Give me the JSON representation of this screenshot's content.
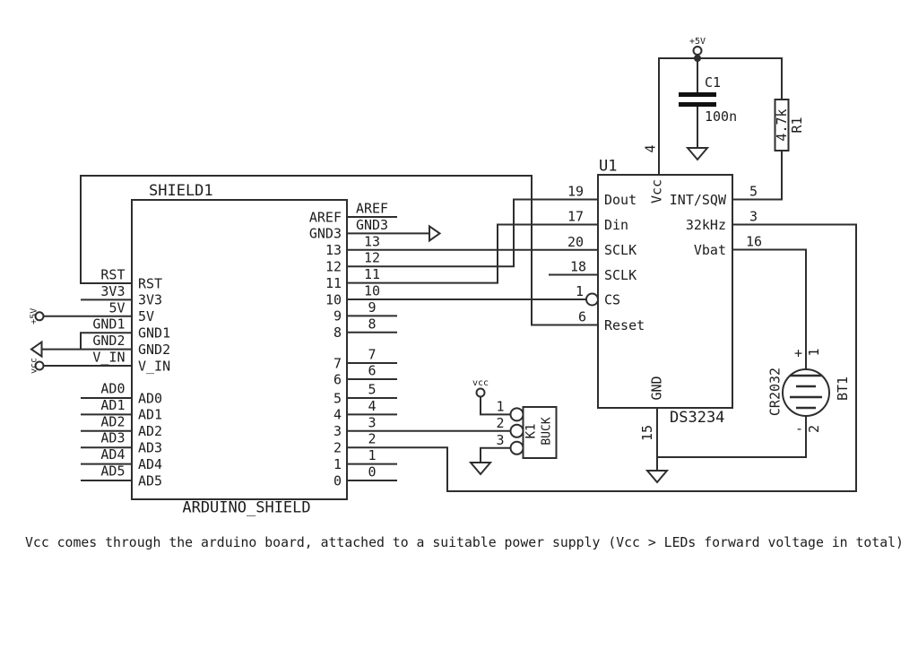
{
  "colors": {
    "wire": "#2e2e2e",
    "text": "#1c1c1c",
    "background": "#ffffff"
  },
  "note": "Vcc comes through the arduino board, attached to a suitable power supply (Vcc > LEDs forward voltage in total)",
  "shield": {
    "ref": "SHIELD1",
    "value": "ARDUINO_SHIELD",
    "left_pins": [
      "RST",
      "3V3",
      "5V",
      "GND1",
      "GND2",
      "V_IN",
      "AD0",
      "AD1",
      "AD2",
      "AD3",
      "AD4",
      "AD5"
    ],
    "right_pins": [
      "AREF",
      "GND3",
      "13",
      "12",
      "11",
      "10",
      "9",
      "8",
      "7",
      "6",
      "5",
      "4",
      "3",
      "2",
      "1",
      "0"
    ]
  },
  "rtc": {
    "ref": "U1",
    "value": "DS3234",
    "left": [
      {
        "num": "19",
        "name": "Dout"
      },
      {
        "num": "17",
        "name": "Din"
      },
      {
        "num": "20",
        "name": "SCLK"
      },
      {
        "num": "18",
        "name": "SCLK"
      },
      {
        "num": "1",
        "name": "CS"
      },
      {
        "num": "6",
        "name": "Reset"
      }
    ],
    "right": [
      {
        "num": "5",
        "name": "INT/SQW"
      },
      {
        "num": "3",
        "name": "32kHz"
      },
      {
        "num": "16",
        "name": "Vbat"
      }
    ],
    "top": {
      "num": "4",
      "name": "Vcc"
    },
    "bottom": {
      "num": "15",
      "name": "GND"
    }
  },
  "capacitor": {
    "ref": "C1",
    "value": "100n"
  },
  "resistor": {
    "ref": "R1",
    "value": "4.7k"
  },
  "battery": {
    "ref": "BT1",
    "value": "CR2032",
    "pin_plus": "1",
    "pin_minus": "2",
    "plus_sign": "+",
    "minus_sign": "-"
  },
  "connector_k1": {
    "ref": "K1",
    "value": "BUCK",
    "nets": [
      "1",
      "2",
      "3"
    ]
  },
  "power": {
    "plus5v": "+5V",
    "vcc": "vcc"
  }
}
